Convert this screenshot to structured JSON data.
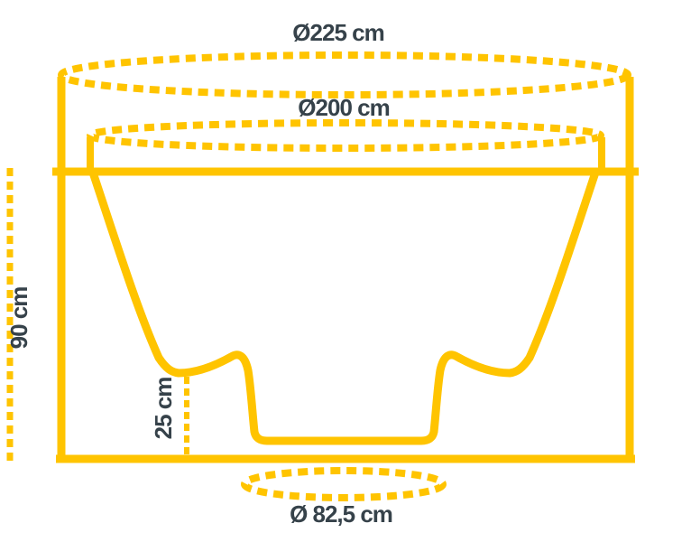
{
  "colors": {
    "outline": "#FFC400",
    "label_text": "#36424A",
    "background": "#FFFFFF"
  },
  "labels": {
    "outer_diameter": "Ø225 cm",
    "inner_diameter": "Ø200 cm",
    "height": "90 cm",
    "seat_height": "25 cm",
    "bottom_diameter": "Ø 82,5 cm"
  }
}
